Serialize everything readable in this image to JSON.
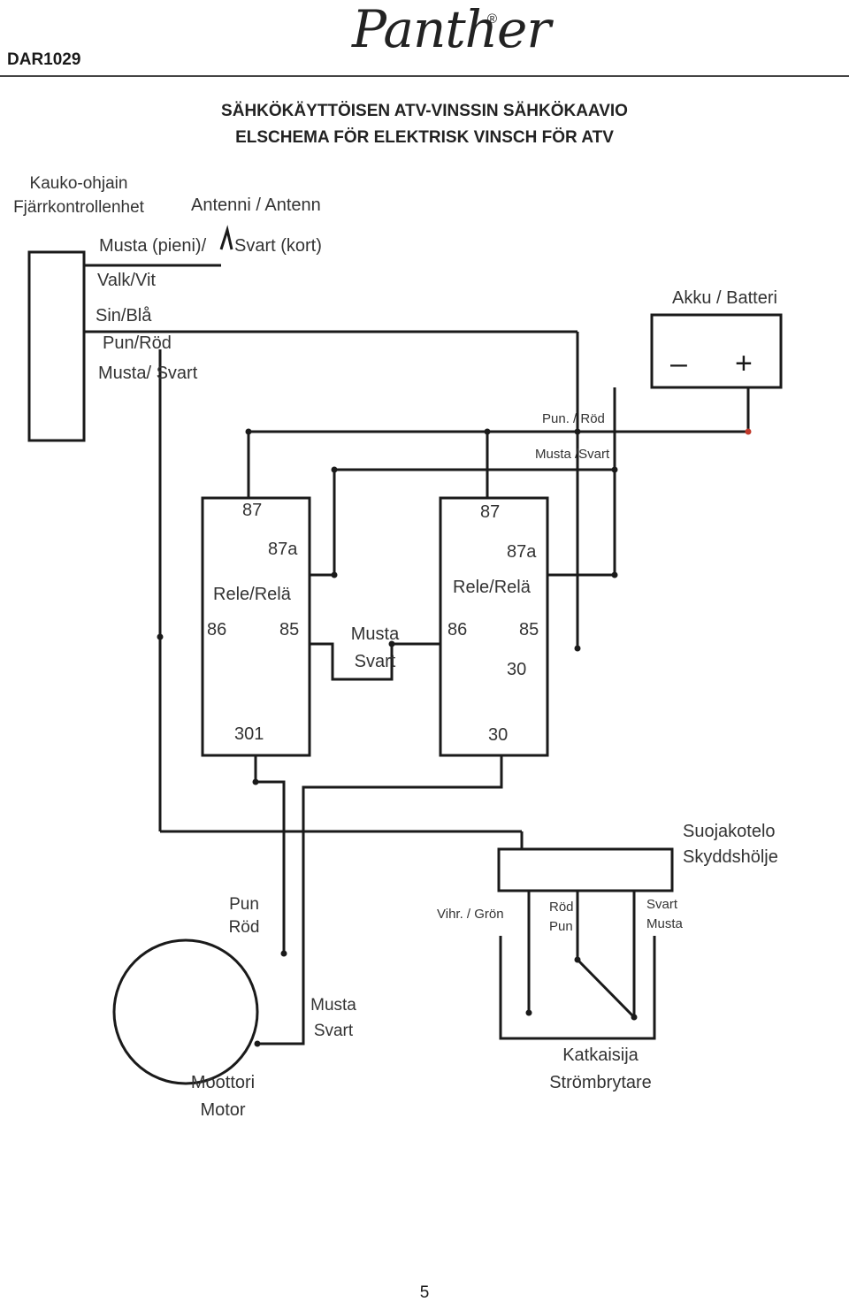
{
  "header": {
    "doc_code": "DAR1029",
    "brand": "Panther",
    "registered_mark": "®"
  },
  "titles": {
    "line1": "SÄHKÖKÄYTTÖISEN ATV-VINSSIN SÄHKÖKAAVIO",
    "line2": "ELSCHEMA FÖR ELEKTRISK VINSCH FÖR ATV"
  },
  "remote": {
    "name_fi": "Kauko-ohjain",
    "name_sv": "Fjärrkontrollenhet",
    "antenna": "Antenni / Antenn",
    "wire_black_small": "Musta (pieni)/",
    "wire_black_short": "Svart (kort)",
    "wire_white": "Valk/Vit",
    "wire_blue": "Sin/Blå",
    "wire_red": "Pun/Röd",
    "wire_black": "Musta/ Svart"
  },
  "battery": {
    "label": "Akku / Batteri",
    "minus": "–",
    "plus": "+"
  },
  "battery_wires": {
    "red": "Pun. / Röd",
    "black": "Musta /Svart"
  },
  "relay_left": {
    "label": "Rele/Relä",
    "t87": "87",
    "t87a": "87a",
    "t86": "86",
    "t85": "85",
    "t30": "301"
  },
  "relay_link": {
    "l1": "Musta",
    "l2": "Svart"
  },
  "relay_right": {
    "label": "Rele/Relä",
    "t87": "87",
    "t87a": "87a",
    "t86": "86",
    "t85": "85",
    "t30a": "30",
    "t30b": "30"
  },
  "cover": {
    "l1": "Suojakotelo",
    "l2": "Skyddshölje"
  },
  "motor": {
    "wire_red_1": "Pun",
    "wire_red_2": "Röd",
    "wire_black_1": "Musta",
    "wire_black_2": "Svart",
    "name_fi": "Moottori",
    "name_sv": "Motor"
  },
  "switch": {
    "wire_green": "Vihr. / Grön",
    "wire_red_1": "Röd",
    "wire_red_2": "Pun",
    "wire_black_1": "Svart",
    "wire_black_2": "Musta",
    "name_fi": "Katkaisija",
    "name_sv": "Strömbrytare"
  },
  "footer": {
    "page_number": "5"
  }
}
